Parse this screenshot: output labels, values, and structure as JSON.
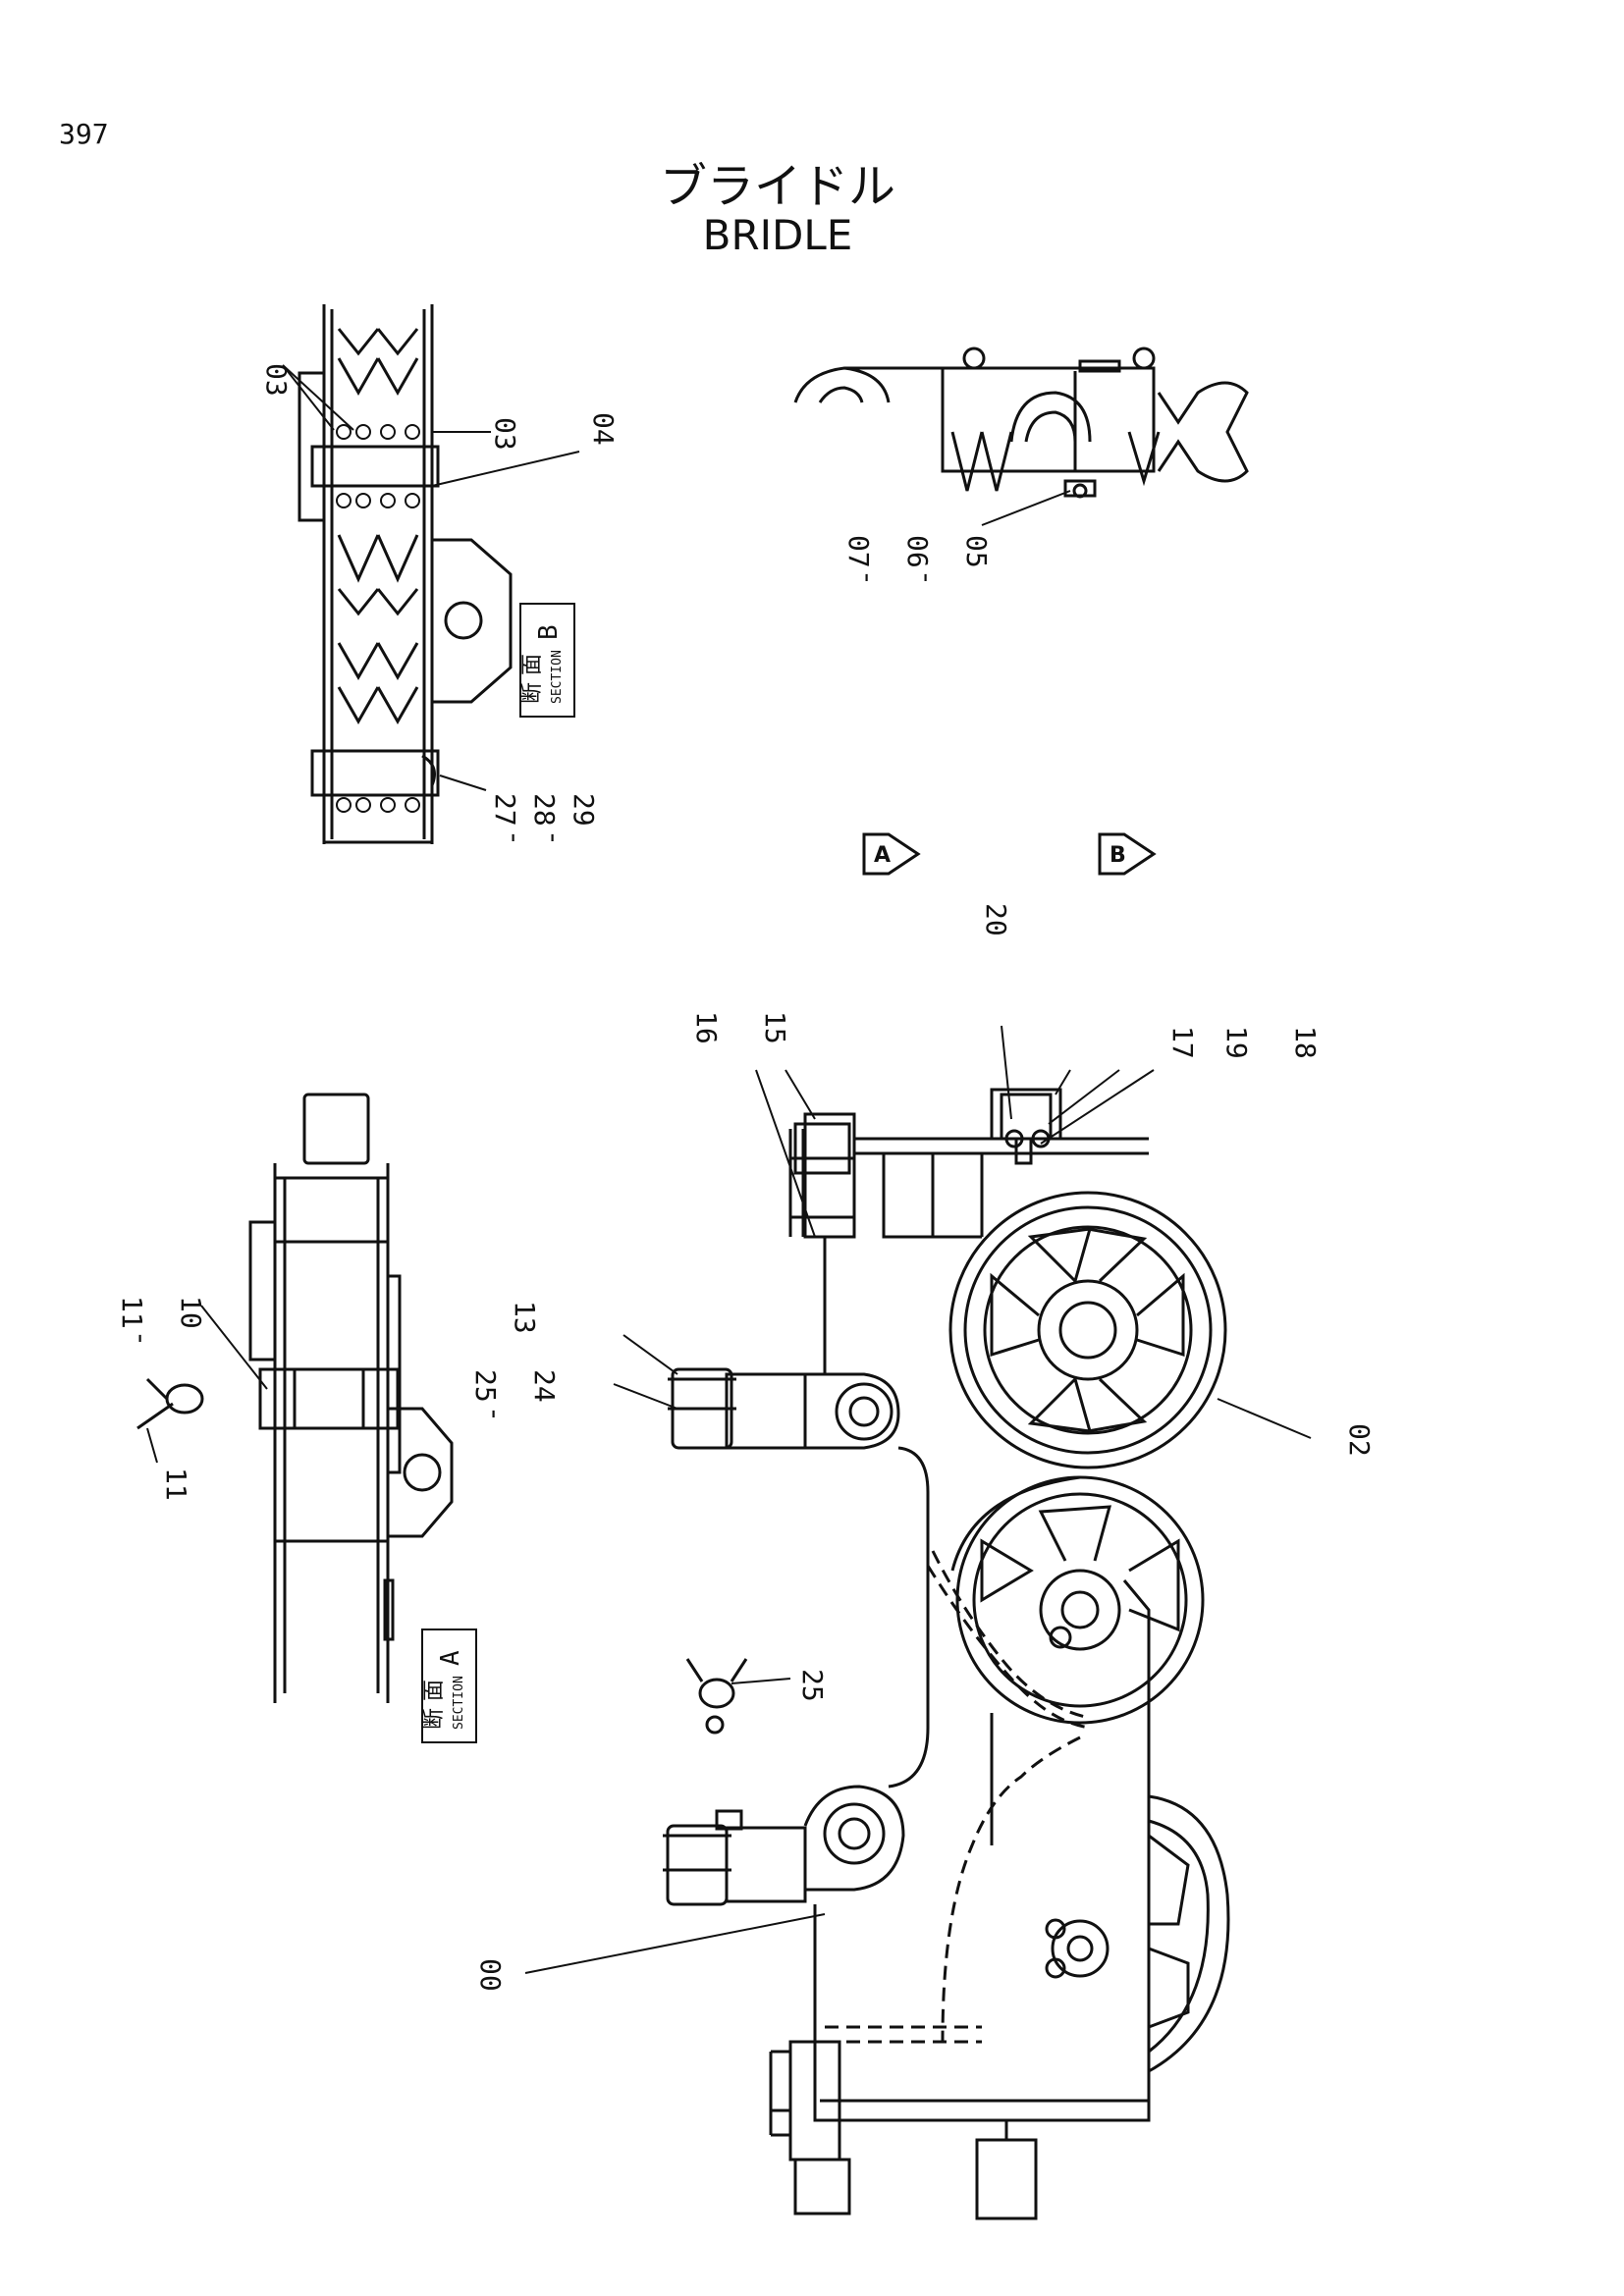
{
  "page": {
    "number": "397"
  },
  "title": {
    "japanese": "ブライドル",
    "english": "BRIDLE"
  },
  "sections": {
    "a": {
      "jp": "断 面",
      "en": "SECTION",
      "letter": "A"
    },
    "b": {
      "jp": "断 面",
      "en": "SECTION",
      "letter": "B"
    }
  },
  "view_arrows": {
    "a": "A",
    "b": "B"
  },
  "callouts": {
    "section_b": [
      "03",
      "03",
      "04",
      "27",
      "28",
      "29"
    ],
    "top_right": [
      "07",
      "06",
      "05"
    ],
    "section_a": [
      "11",
      "10",
      "11"
    ],
    "main": [
      "20",
      "15",
      "16",
      "17",
      "19",
      "18",
      "13",
      "25",
      "24",
      "02",
      "25",
      "00"
    ],
    "separator": "-"
  }
}
